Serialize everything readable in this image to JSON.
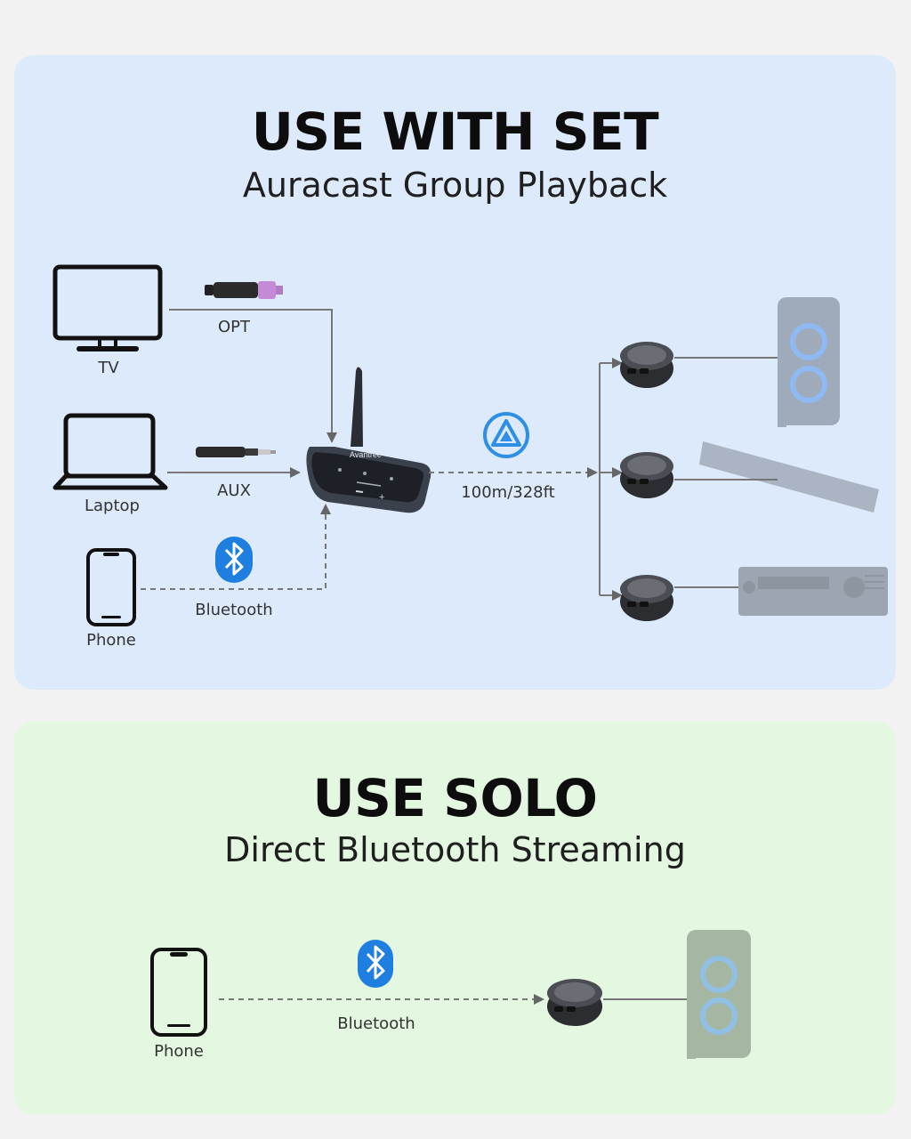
{
  "set": {
    "title": "USE WITH SET",
    "subtitle": "Auracast Group Playback",
    "sources": {
      "tv": "TV",
      "laptop": "Laptop",
      "phone": "Phone"
    },
    "connections": {
      "opt": "OPT",
      "aux": "AUX",
      "bluetooth": "Bluetooth"
    },
    "range": "100m/328ft",
    "transmitter_brand": "Avantree"
  },
  "solo": {
    "title": "USE SOLO",
    "subtitle": "Direct Bluetooth Streaming",
    "source": "Phone",
    "connection": "Bluetooth"
  },
  "colors": {
    "set_bg": "#ddeafb",
    "solo_bg": "#e3f7e1",
    "bluetooth_blue": "#1f7fe0",
    "auracast_blue": "#2f8fe6",
    "optical_tip": "#c58ad6"
  }
}
